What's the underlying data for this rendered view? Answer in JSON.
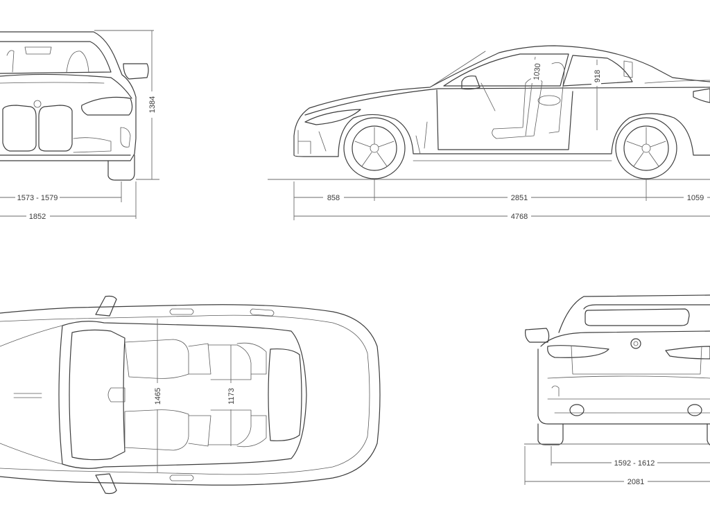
{
  "drawing": {
    "line_color": "#3c3c3c",
    "background": "#ffffff"
  },
  "dimensions": {
    "front_height": "1384",
    "front_track": "1573 - 1579",
    "front_width": "1852",
    "side_front_overhang": "858",
    "side_wheelbase": "2851",
    "side_rear_overhang": "1059",
    "side_length": "4768",
    "side_front_headroom": "1030",
    "side_rear_headroom": "918",
    "top_front_interior_width": "1465",
    "top_rear_interior_width": "1173",
    "rear_track": "1592 - 1612",
    "rear_width_with_mirrors": "2081"
  }
}
